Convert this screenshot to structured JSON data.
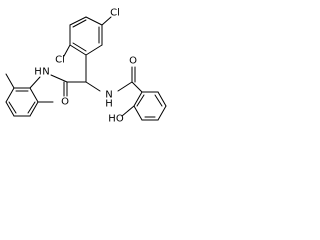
{
  "structure": {
    "atom_labels": {
      "chlorine_top": "Cl",
      "chlorine_ortho": "Cl",
      "amide_nitrogen_left": "N",
      "amide_hydrogen_left": "H",
      "amide_oxygen_left": "O",
      "amide_nitrogen_right": "N",
      "amide_hydrogen_right": "H",
      "amide_oxygen_right": "O",
      "hydroxyl": "HO"
    }
  }
}
